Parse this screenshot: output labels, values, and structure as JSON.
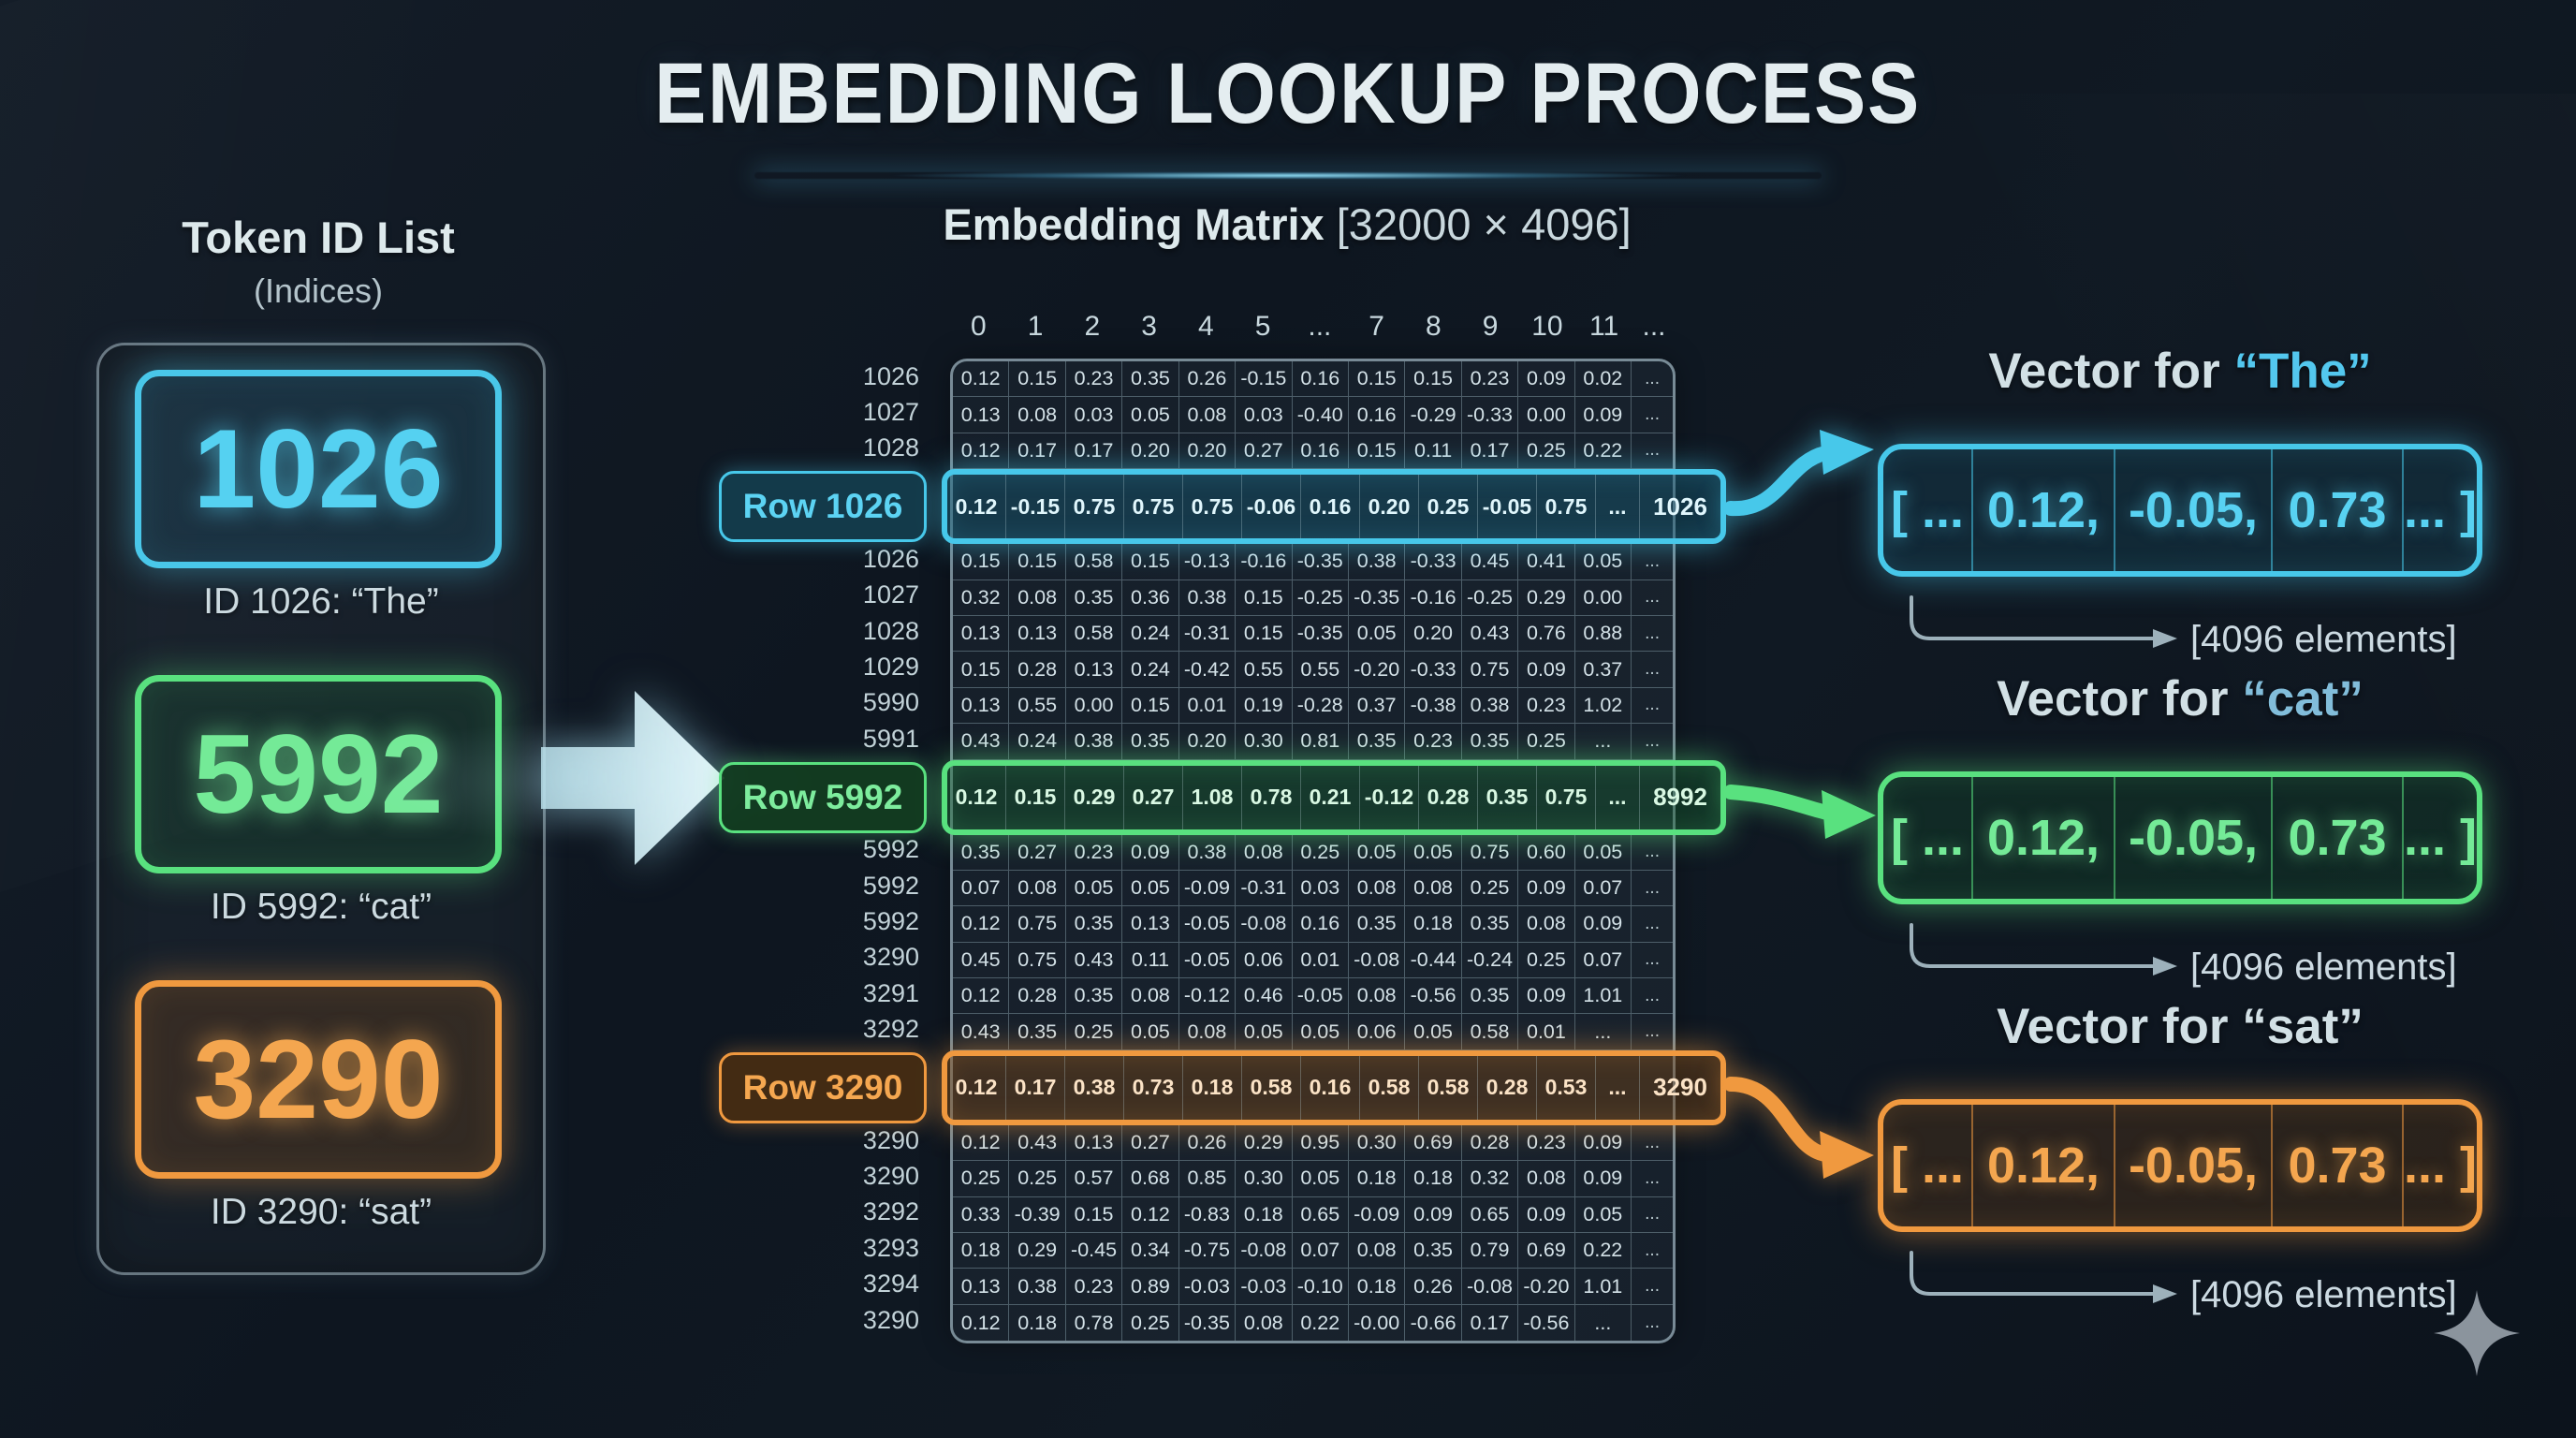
{
  "title": "EMBEDDING LOOKUP PROCESS",
  "colors": {
    "background": "#101923",
    "cyan_accent": "#47c8ea",
    "green_accent": "#59e17f",
    "orange_accent": "#f0993f",
    "text_light": "#dde9ec",
    "text_dim": "#b4c4cb"
  },
  "left_panel": {
    "heading": "Token ID List",
    "subheading": "(Indices)",
    "tokens": [
      {
        "id": "1026",
        "caption": "ID 1026: “The”",
        "color": "cyan"
      },
      {
        "id": "5992",
        "caption": "ID 5992: “cat”",
        "color": "green"
      },
      {
        "id": "3290",
        "caption": "ID 3290: “sat”",
        "color": "orange"
      }
    ]
  },
  "flow_arrow_icon": "right-arrow-icon",
  "matrix": {
    "heading_bold": "Embedding Matrix ",
    "heading_dims": "[32000 × 4096]",
    "col_headers": [
      "0",
      "1",
      "2",
      "3",
      "4",
      "5",
      "...",
      "7",
      "8",
      "9",
      "10",
      "11",
      "..."
    ],
    "rows": [
      {
        "label": "1026",
        "highlight": null,
        "cells": [
          "0.12",
          "0.15",
          "0.23",
          "0.35",
          "0.26",
          "-0.15",
          "0.16",
          "0.15",
          "0.15",
          "0.23",
          "0.09",
          "0.02",
          "..."
        ]
      },
      {
        "label": "1027",
        "highlight": null,
        "cells": [
          "0.13",
          "0.08",
          "0.03",
          "0.05",
          "0.08",
          "0.03",
          "-0.40",
          "0.16",
          "-0.29",
          "-0.33",
          "0.00",
          "0.09",
          "..."
        ]
      },
      {
        "label": "1028",
        "highlight": null,
        "cells": [
          "0.12",
          "0.17",
          "0.17",
          "0.20",
          "0.20",
          "0.27",
          "0.16",
          "0.15",
          "0.11",
          "0.17",
          "0.25",
          "0.22",
          "..."
        ]
      },
      {
        "label": "",
        "highlight": "cyan",
        "tag": "Row 1026",
        "cells": [
          "0.12",
          "-0.15",
          "0.75",
          "0.75",
          "0.75",
          "-0.06",
          "0.16",
          "0.20",
          "0.25",
          "-0.05",
          "0.75",
          "...",
          "1026"
        ]
      },
      {
        "label": "1026",
        "highlight": null,
        "cells": [
          "0.15",
          "0.15",
          "0.58",
          "0.15",
          "-0.13",
          "-0.16",
          "-0.35",
          "0.38",
          "-0.33",
          "0.45",
          "0.41",
          "0.05",
          "..."
        ]
      },
      {
        "label": "1027",
        "highlight": null,
        "cells": [
          "0.32",
          "0.08",
          "0.35",
          "0.36",
          "0.38",
          "0.15",
          "-0.25",
          "-0.35",
          "-0.16",
          "-0.25",
          "0.29",
          "0.00",
          "..."
        ]
      },
      {
        "label": "1028",
        "highlight": null,
        "cells": [
          "0.13",
          "0.13",
          "0.58",
          "0.24",
          "-0.31",
          "0.15",
          "-0.35",
          "0.05",
          "0.20",
          "0.43",
          "0.76",
          "0.88",
          "..."
        ]
      },
      {
        "label": "1029",
        "highlight": null,
        "cells": [
          "0.15",
          "0.28",
          "0.13",
          "0.24",
          "-0.42",
          "0.55",
          "0.55",
          "-0.20",
          "-0.33",
          "0.75",
          "0.09",
          "0.37",
          "..."
        ]
      },
      {
        "label": "5990",
        "highlight": null,
        "cells": [
          "0.13",
          "0.55",
          "0.00",
          "0.15",
          "0.01",
          "0.19",
          "-0.28",
          "0.37",
          "-0.38",
          "0.38",
          "0.23",
          "1.02",
          "..."
        ]
      },
      {
        "label": "5991",
        "highlight": null,
        "cells": [
          "0.43",
          "0.24",
          "0.38",
          "0.35",
          "0.20",
          "0.30",
          "0.81",
          "0.35",
          "0.23",
          "0.35",
          "0.25",
          "...",
          "..."
        ]
      },
      {
        "label": "",
        "highlight": "green",
        "tag": "Row 5992",
        "cells": [
          "0.12",
          "0.15",
          "0.29",
          "0.27",
          "1.08",
          "0.78",
          "0.21",
          "-0.12",
          "0.28",
          "0.35",
          "0.75",
          "...",
          "8992"
        ]
      },
      {
        "label": "5992",
        "highlight": null,
        "cells": [
          "0.35",
          "0.27",
          "0.23",
          "0.09",
          "0.38",
          "0.08",
          "0.25",
          "0.05",
          "0.05",
          "0.75",
          "0.60",
          "0.05",
          "..."
        ]
      },
      {
        "label": "5992",
        "highlight": null,
        "cells": [
          "0.07",
          "0.08",
          "0.05",
          "0.05",
          "-0.09",
          "-0.31",
          "0.03",
          "0.08",
          "0.08",
          "0.25",
          "0.09",
          "0.07",
          "..."
        ]
      },
      {
        "label": "5992",
        "highlight": null,
        "cells": [
          "0.12",
          "0.75",
          "0.35",
          "0.13",
          "-0.05",
          "-0.08",
          "0.16",
          "0.35",
          "0.18",
          "0.35",
          "0.08",
          "0.09",
          "..."
        ]
      },
      {
        "label": "3290",
        "highlight": null,
        "cells": [
          "0.45",
          "0.75",
          "0.43",
          "0.11",
          "-0.05",
          "0.06",
          "0.01",
          "-0.08",
          "-0.44",
          "-0.24",
          "0.25",
          "0.07",
          "..."
        ]
      },
      {
        "label": "3291",
        "highlight": null,
        "cells": [
          "0.12",
          "0.28",
          "0.35",
          "0.08",
          "-0.12",
          "0.46",
          "-0.05",
          "0.08",
          "-0.56",
          "0.35",
          "0.09",
          "1.01",
          "..."
        ]
      },
      {
        "label": "3292",
        "highlight": null,
        "cells": [
          "0.43",
          "0.35",
          "0.25",
          "0.05",
          "0.08",
          "0.05",
          "0.05",
          "0.06",
          "0.05",
          "0.58",
          "0.01",
          "...",
          "..."
        ]
      },
      {
        "label": "",
        "highlight": "orange",
        "tag": "Row 3290",
        "cells": [
          "0.12",
          "0.17",
          "0.38",
          "0.73",
          "0.18",
          "0.58",
          "0.16",
          "0.58",
          "0.58",
          "0.28",
          "0.53",
          "...",
          "3290"
        ]
      },
      {
        "label": "3290",
        "highlight": null,
        "cells": [
          "0.12",
          "0.43",
          "0.13",
          "0.27",
          "0.26",
          "0.29",
          "0.95",
          "0.30",
          "0.69",
          "0.28",
          "0.23",
          "0.09",
          "..."
        ]
      },
      {
        "label": "3290",
        "highlight": null,
        "cells": [
          "0.25",
          "0.25",
          "0.57",
          "0.68",
          "0.85",
          "0.30",
          "0.05",
          "0.18",
          "0.18",
          "0.32",
          "0.08",
          "0.09",
          "..."
        ]
      },
      {
        "label": "3292",
        "highlight": null,
        "cells": [
          "0.33",
          "-0.39",
          "0.15",
          "0.12",
          "-0.83",
          "0.18",
          "0.65",
          "-0.09",
          "0.09",
          "0.65",
          "0.09",
          "0.05",
          "..."
        ]
      },
      {
        "label": "3293",
        "highlight": null,
        "cells": [
          "0.18",
          "0.29",
          "-0.45",
          "0.34",
          "-0.75",
          "-0.08",
          "0.07",
          "0.08",
          "0.35",
          "0.79",
          "0.69",
          "0.22",
          "..."
        ]
      },
      {
        "label": "3294",
        "highlight": null,
        "cells": [
          "0.13",
          "0.38",
          "0.23",
          "0.89",
          "-0.03",
          "-0.03",
          "-0.10",
          "0.18",
          "0.26",
          "-0.08",
          "-0.20",
          "1.01",
          "..."
        ]
      },
      {
        "label": "3290",
        "highlight": null,
        "cells": [
          "0.12",
          "0.18",
          "0.78",
          "0.25",
          "-0.35",
          "0.08",
          "0.22",
          "-0.00",
          "-0.66",
          "0.17",
          "-0.56",
          "...",
          "..."
        ]
      }
    ]
  },
  "vectors": [
    {
      "title_prefix": "Vector for ",
      "word": "“The”",
      "word_style": "cyan",
      "cells": [
        "[ ...",
        "0.12,",
        "-0.05,",
        "0.73",
        "... ]"
      ],
      "note": "[4096 elements]",
      "color": "cyan"
    },
    {
      "title_prefix": "Vector for ",
      "word": "“cat”",
      "word_style": "blue",
      "cells": [
        "[ ...",
        "0.12,",
        "-0.05,",
        "0.73",
        "... ]"
      ],
      "note": "[4096 elements]",
      "color": "green"
    },
    {
      "title_prefix": "Vector for ",
      "word": "“sat”",
      "word_style": "light",
      "cells": [
        "[ ...",
        "0.12,",
        "-0.05,",
        "0.73",
        "... ]"
      ],
      "note": "[4096 elements]",
      "color": "orange"
    }
  ],
  "footer": {
    "sparkle_icon": "four-point-star-icon"
  }
}
